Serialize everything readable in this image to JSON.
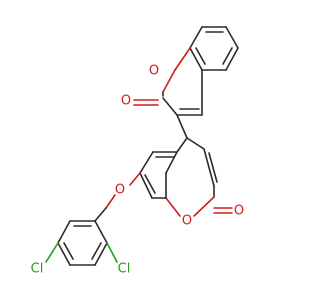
{
  "molecule": {
    "colors": {
      "bond": "#2b2b2b",
      "oxygen": "#d01c1c",
      "chlorine": "#1f9e1f",
      "background": "#ffffff"
    },
    "atom_labels": {
      "o_ring_top": "O",
      "o_carbonyl_top": "O",
      "o_ether": "O",
      "o_ring_bottom": "O",
      "o_carbonyl_bottom": "O",
      "cl_left": "Cl",
      "cl_right": "Cl"
    }
  }
}
